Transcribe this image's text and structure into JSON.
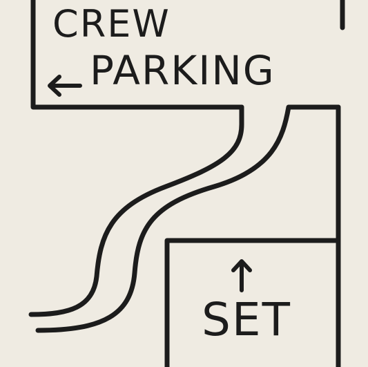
{
  "sign": {
    "crew_line": "CREW",
    "parking_line": "PARKING",
    "set_label": "SET"
  },
  "icons": {
    "parking_arrow": "arrow-left-icon",
    "set_arrow": "arrow-up-icon"
  },
  "colors": {
    "background": "#efebe2",
    "ink": "#1c1c1c"
  }
}
